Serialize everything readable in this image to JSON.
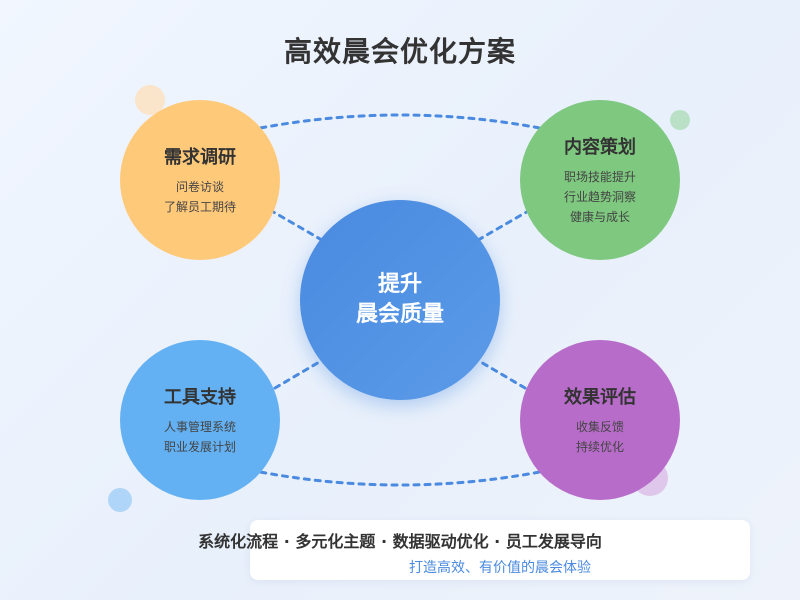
{
  "title": "高效晨会优化方案",
  "center": {
    "line1": "提升",
    "line2": "晨会质量"
  },
  "nodes": {
    "research": {
      "title": "需求调研",
      "lines": [
        "问卷访谈",
        "了解员工期待"
      ]
    },
    "content": {
      "title": "内容策划",
      "lines": [
        "职场技能提升",
        "行业趋势洞察",
        "健康与成长"
      ]
    },
    "tools": {
      "title": "工具支持",
      "lines": [
        "人事管理系统",
        "职业发展计划"
      ]
    },
    "evaluation": {
      "title": "效果评估",
      "lines": [
        "收集反馈",
        "持续优化"
      ]
    }
  },
  "footer": {
    "summary": "系统化流程 · 多元化主题 · 数据驱动优化 · 员工发展导向",
    "slogan": "打造高效、有价值的晨会体验"
  },
  "colors": {
    "research": "#ffc97a",
    "content": "#7ec87f",
    "tools": "#63b1f3",
    "evaluation": "#b86cc9",
    "center": "#4a8ae0",
    "connector": "#4a8ae0"
  }
}
